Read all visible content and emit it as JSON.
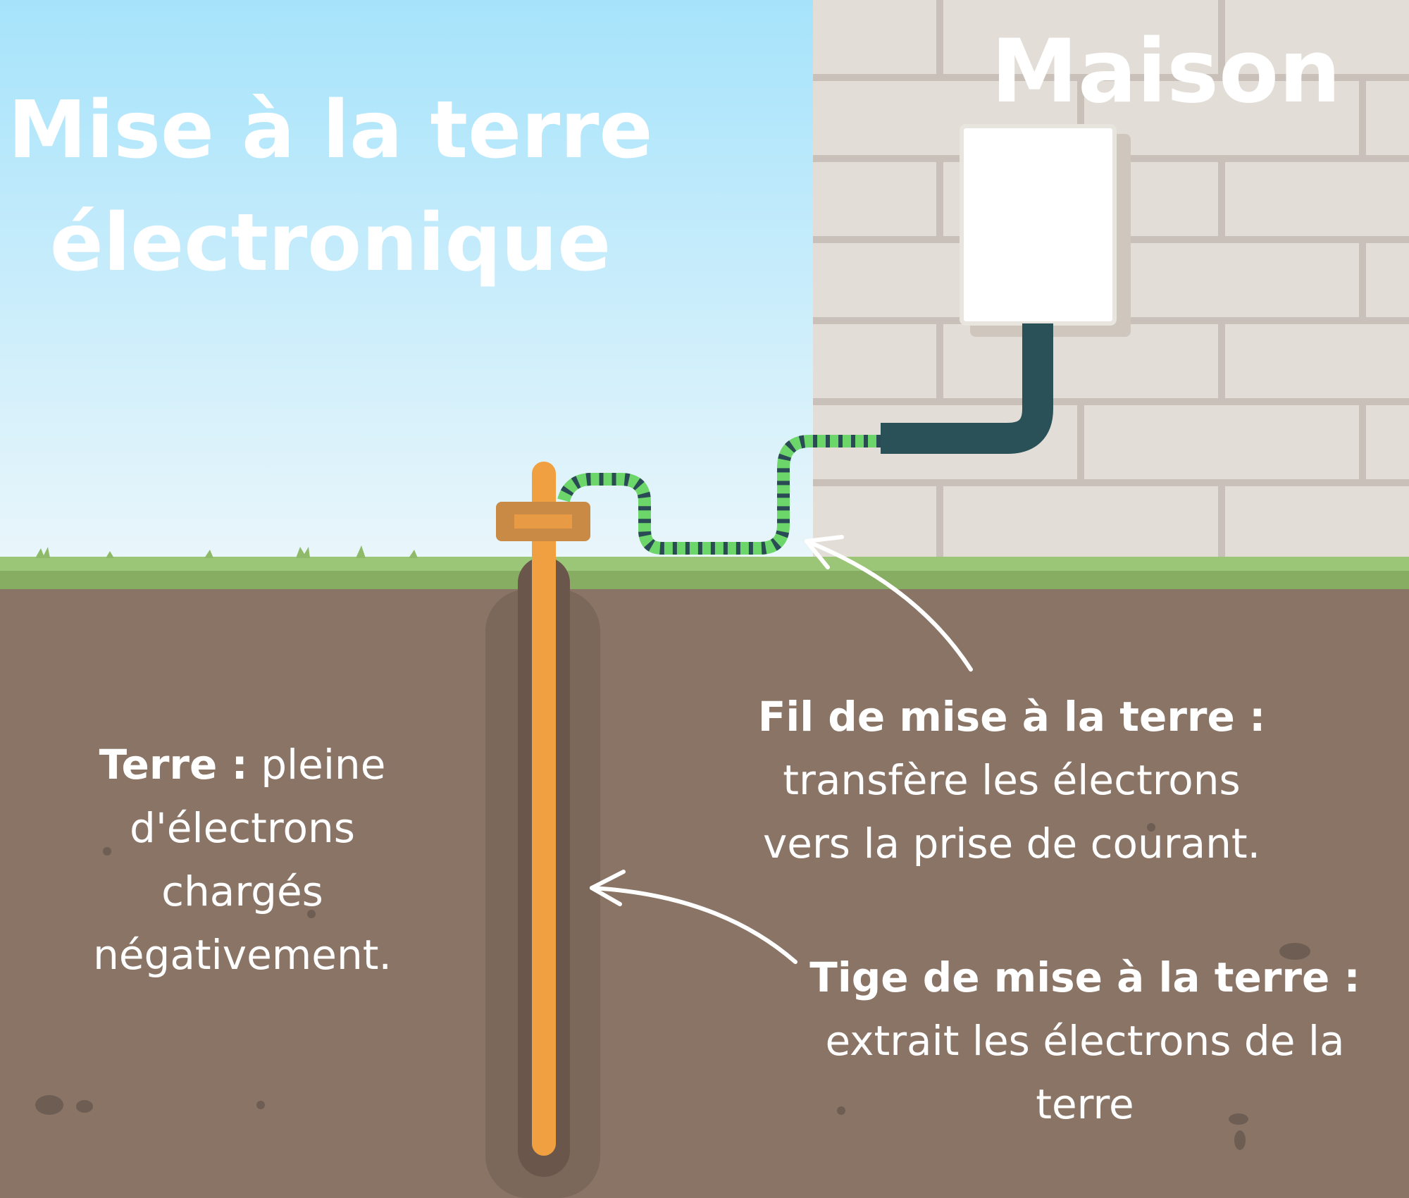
{
  "title": {
    "line1": "Mise à la terre",
    "line2": "électronique"
  },
  "house_label": "Maison",
  "labels": {
    "earth": {
      "bold": "Terre :",
      "rest1": " pleine",
      "line2": "d'électrons",
      "line3": "chargés",
      "line4": "négativement."
    },
    "wire": {
      "bold": "Fil de mise à la terre :",
      "line2": "transfère les électrons",
      "line3": "vers la prise de courant."
    },
    "rod": {
      "bold": "Tige de mise à la terre :",
      "line2": "extrait les électrons de la",
      "line3": "terre"
    }
  },
  "colors": {
    "sky_top": "#a6e3fb",
    "sky_bottom": "#eaf6fb",
    "brick": "#e2ddd7",
    "mortar": "#c9c1b9",
    "grass": "#8fba6a",
    "soil": "#8a7466",
    "rod": "#f0a040",
    "clamp": "#c98a45",
    "pipe": "#2a5058",
    "wire": "#6cd66a"
  }
}
